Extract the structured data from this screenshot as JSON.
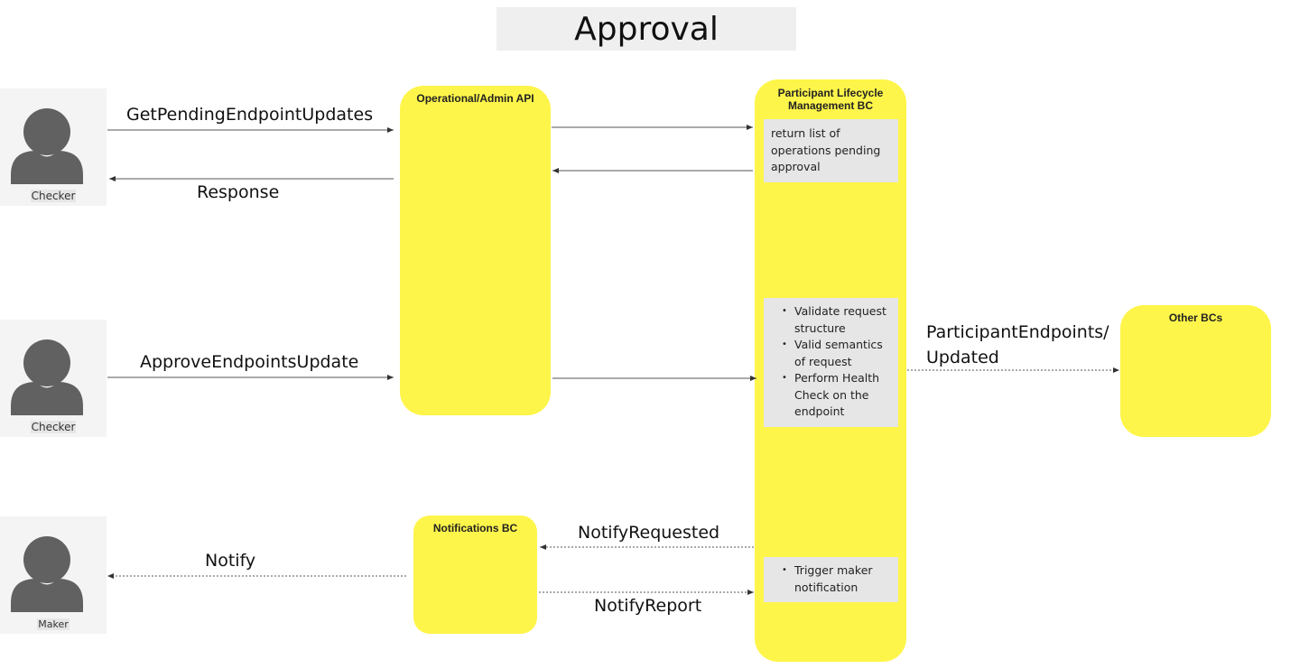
{
  "title": "Approval",
  "actors": [
    {
      "label": "Checker"
    },
    {
      "label": "Checker"
    },
    {
      "label": "Maker"
    }
  ],
  "components": {
    "admin_api": {
      "title": "Operational/Admin API"
    },
    "plm": {
      "title_line1": "Participant Lifecycle",
      "title_line2": "Management BC"
    },
    "other_bcs": {
      "title": "Other BCs"
    },
    "notifications": {
      "title": "Notifications BC"
    }
  },
  "notes": {
    "pending_list": [
      "return list of",
      "operations pending",
      "approval"
    ],
    "validation": [
      [
        "Validate request",
        "structure"
      ],
      [
        "Valid semantics",
        "of request"
      ],
      [
        "Perform Health",
        "Check on the",
        "endpoint"
      ]
    ],
    "trigger": [
      [
        "Trigger maker",
        "notification"
      ]
    ]
  },
  "messages": {
    "get_pending": "GetPendingEndpointUpdates",
    "response": "Response",
    "approve": "ApproveEndpointsUpdate",
    "endpoints_updated_line1": "ParticipantEndpoints/",
    "endpoints_updated_line2": "Updated",
    "notify_requested": "NotifyRequested",
    "notify_report": "NotifyReport",
    "notify": "Notify"
  }
}
